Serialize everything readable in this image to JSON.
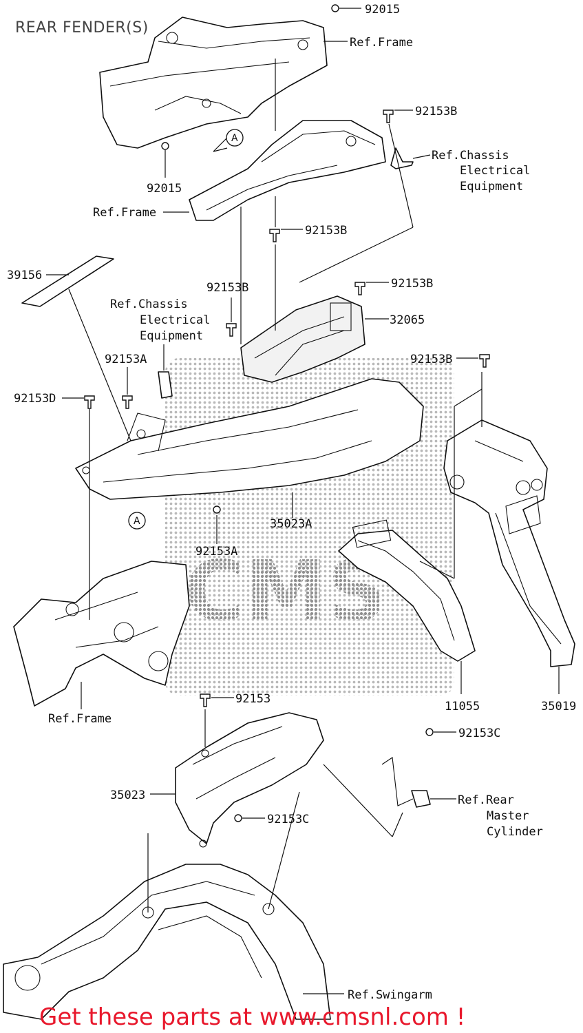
{
  "title": "REAR FENDER(S)",
  "promo": "Get these parts at www.cmsnl.com !",
  "watermark": "CMS",
  "callouts": [
    "A",
    "A"
  ],
  "labels": {
    "p92015_top": "92015",
    "ref_frame_top": "Ref.Frame",
    "p92153b_1": "92153B",
    "ref_chassis_1_l1": "Ref.Chassis",
    "ref_chassis_1_l2": "Electrical",
    "ref_chassis_1_l3": "Equipment",
    "p92015_mid": "92015",
    "ref_frame_mid": "Ref.Frame",
    "p92153b_2": "92153B",
    "p39156": "39156",
    "p92153b_3": "92153B",
    "ref_chassis_2_l1": "Ref.Chassis",
    "ref_chassis_2_l2": "Electrical",
    "ref_chassis_2_l3": "Equipment",
    "p92153b_4": "92153B",
    "p32065": "32065",
    "p92153a_1": "92153A",
    "p92153b_5": "92153B",
    "p92153d": "92153D",
    "p35023a": "35023A",
    "p92153a_2": "92153A",
    "p11055": "11055",
    "p35019": "35019",
    "ref_frame_bottom": "Ref.Frame",
    "p92153": "92153",
    "p92153c_1": "92153C",
    "p35023": "35023",
    "p92153c_2": "92153C",
    "ref_rear_l1": "Ref.Rear",
    "ref_rear_l2": "Master",
    "ref_rear_l3": "Cylinder",
    "ref_swingarm": "Ref.Swingarm"
  }
}
